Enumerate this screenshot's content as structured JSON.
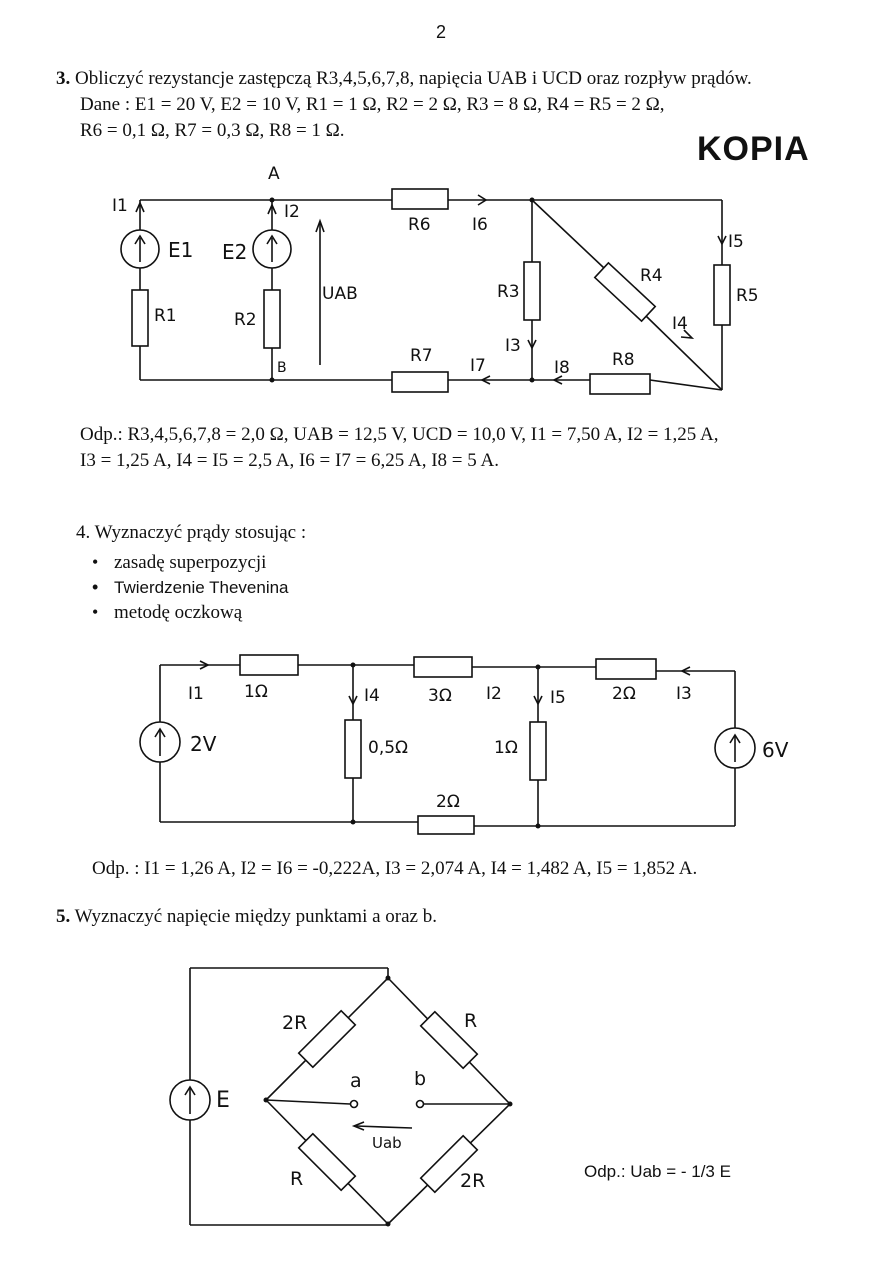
{
  "page_number": "2",
  "stamp": "KOPIA",
  "p3": {
    "num": "3.",
    "line1": "Obliczyć rezystancje zastępczą R3,4,5,6,7,8, napięcia UAB i UCD oraz rozpływ prądów.",
    "line2": "Dane : E1 = 20 V,  E2 = 10 V,   R1 = 1 Ω,   R2 = 2 Ω,   R3 = 8 Ω,  R4 = R5 = 2 Ω,",
    "line3": "R6 = 0,1 Ω,  R7 = 0,3 Ω,  R8 = 1 Ω.",
    "ans1": "Odp.:  R3,4,5,6,7,8 = 2,0 Ω,  UAB = 12,5 V,   UCD = 10,0 V,  I1 = 7,50 A,  I2 = 1,25 A,",
    "ans2": "I3 = 1,25 A,  I4 = I5 = 2,5 A,  I6 = I7 = 6,25 A,  I8 = 5 A.",
    "labels": {
      "A": "A",
      "B": "B",
      "I1": "I1",
      "I2": "I2",
      "E1": "E1",
      "E2": "E2",
      "R1": "R1",
      "R2": "R2",
      "UAB": "UAB",
      "R6": "R6",
      "I6": "I6",
      "R3": "R3",
      "I3": "I3",
      "R4": "R4",
      "I4": "I4",
      "I5": "I5",
      "R5": "R5",
      "R7": "R7",
      "I7": "I7",
      "I8": "I8",
      "R8": "R8"
    }
  },
  "p4": {
    "num": "4.",
    "title": "Wyznaczyć prądy stosując :",
    "bullets": [
      "zasadę superpozycji",
      "Twierdzenie Thevenina",
      "metodę oczkową"
    ],
    "ans": "Odp. : I1 = 1,26 A,  I2 = I6 = -0,222A,  I3 =  2,074 A,  I4 = 1,482 A,  I5 = 1,852 A.",
    "labels": {
      "I1": "I1",
      "r1": "1Ω",
      "I4": "I4",
      "r3": "3Ω",
      "I2": "I2",
      "I5": "I5",
      "r2a": "2Ω",
      "I3": "I3",
      "v2": "2V",
      "r05": "0,5Ω",
      "r1b": "1Ω",
      "r2b": "2Ω",
      "v6": "6V"
    }
  },
  "p5": {
    "num": "5.",
    "title": "Wyznaczyć napięcie  między punktami a oraz b.",
    "ans": "Odp.: Uab = - 1/3 E",
    "labels": {
      "r2R_top": "2R",
      "R_top": "R",
      "a": "a",
      "b": "b",
      "E": "E",
      "Uab": "Uab",
      "R_bot": "R",
      "r2R_bot": "2R"
    }
  }
}
